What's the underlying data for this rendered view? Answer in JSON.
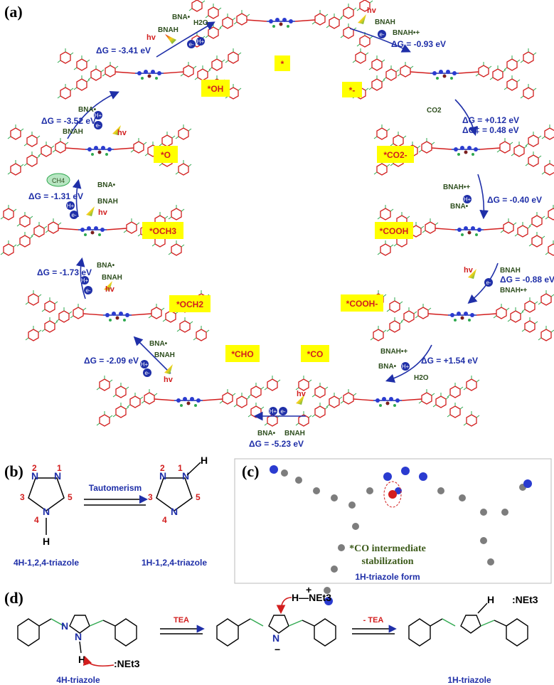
{
  "panels": {
    "a": "(a)",
    "b": "(b)",
    "c": "(c)",
    "d": "(d)"
  },
  "intermediates": {
    "star": "*",
    "star_minus": "*-",
    "co2_minus": "*CO2-",
    "cooh": "*COOH",
    "cooh_minus": "*COOH-",
    "co": "*CO",
    "cho": "*CHO",
    "och2": "*OCH2",
    "och3": "*OCH3",
    "o": "*O",
    "oh": "*OH"
  },
  "energies": {
    "e1": "ΔG = -0.93 eV",
    "e2": "ΔG = +0.12 eV",
    "e2b": "ΔG‡ = 0.48 eV",
    "e3": "ΔG = -0.40 eV",
    "e4": "ΔG = -0.88 eV",
    "e5": "ΔG = +1.54 eV",
    "e6": "ΔG = -5.23 eV",
    "e7": "ΔG = -2.09 eV",
    "e8": "ΔG = -1.73 eV",
    "e9": "ΔG = -1.31 eV",
    "e10": "ΔG = -3.52 eV",
    "e11": "ΔG = -3.41 eV"
  },
  "reagents": {
    "bnah": "BNAH",
    "bna": "BNA•",
    "bnah_plus": "BNAH•+",
    "hv": "hv",
    "h2o": "H2O",
    "co2": "CO2",
    "ch4": "CH4",
    "hplus": "H+",
    "eminus": "e-"
  },
  "panel_b": {
    "left_name": "4H-1,2,4-triazole",
    "right_name": "1H-1,2,4-triazole",
    "arrow_label": "Tautomerism",
    "n": "N",
    "h": "H",
    "n1": "1",
    "n2": "2",
    "n3": "3",
    "n4": "4",
    "n5": "5"
  },
  "panel_c": {
    "caption1": "*CO intermediate",
    "caption2": "stabilization",
    "form": "1H-triazole form"
  },
  "panel_d": {
    "left_name": "4H-triazole",
    "right_name": "1H-triazole",
    "tea": "TEA",
    "minus_tea": "- TEA",
    "net3": ":NEt3",
    "hnet3": "H—NEt3",
    "plus": "+",
    "minus": "−",
    "n": "N",
    "h": "H"
  }
}
